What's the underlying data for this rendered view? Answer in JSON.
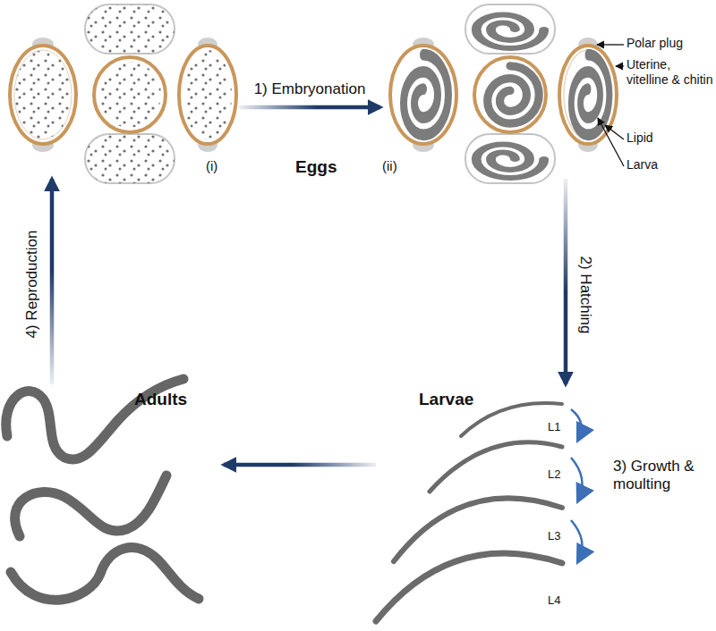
{
  "diagram": {
    "nodes": [
      {
        "text": [
          "(i)"
        ]
      },
      {
        "text": [
          "(ii)"
        ]
      },
      {
        "text": [
          "Larvae"
        ]
      },
      {
        "text": [
          "Adults"
        ]
      }
    ],
    "edges": [
      {
        "from": 0,
        "to": 1,
        "label": "1) Embryonation",
        "arrow": "to"
      },
      {
        "from": 1,
        "to": 2,
        "label": "2) Hatching",
        "arrow": "to"
      },
      {
        "from": 2,
        "to": 3,
        "arrow": "to"
      },
      {
        "from": 3,
        "to": 0,
        "label": "4) Reproduction",
        "arrow": "to"
      }
    ],
    "labels": [
      "Eggs",
      "Polar plug",
      "Uterine, vitelline & chitin",
      "Lipid",
      "Larva",
      "L1",
      "L2",
      "L3",
      "L4",
      "3) Growth & moulting"
    ]
  }
}
